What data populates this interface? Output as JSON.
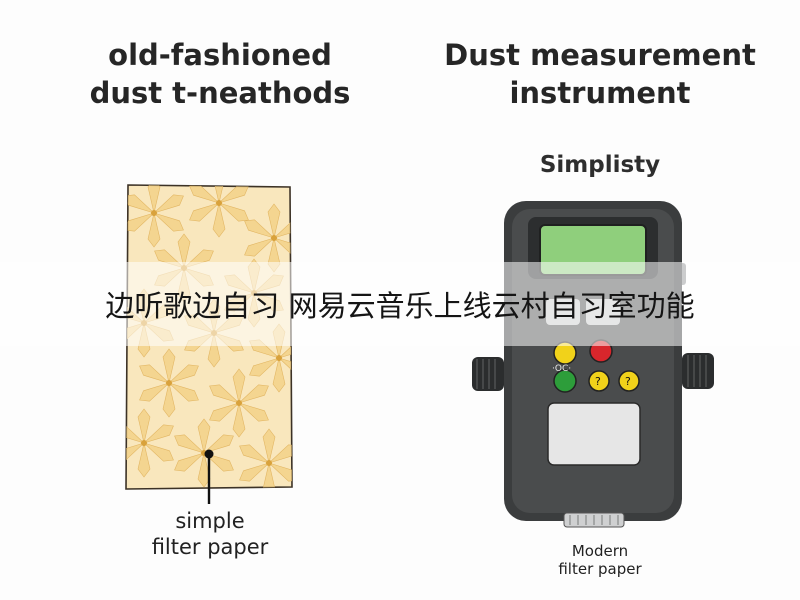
{
  "left_panel": {
    "title": "old-fashioned\ndust t-neathods",
    "caption": "simple\nfilter paper"
  },
  "right_panel": {
    "title": "Dust measurement\ninstrument",
    "subtitle": "Simplisty",
    "caption": "Modern\nfilter paper"
  },
  "banner": {
    "text": "边听歌边自习 网易云音乐上线云村自习室功能"
  },
  "device": {
    "button_labels": [
      "·OC·",
      "?",
      "?"
    ]
  },
  "colors": {
    "paper_fill": "#f7dfa4",
    "device_body": "#3b3d3e",
    "screen": "#8fcf7c",
    "button_yellow": "#f1d21a",
    "button_red": "#d8262c",
    "button_green": "#2d9d3a"
  }
}
